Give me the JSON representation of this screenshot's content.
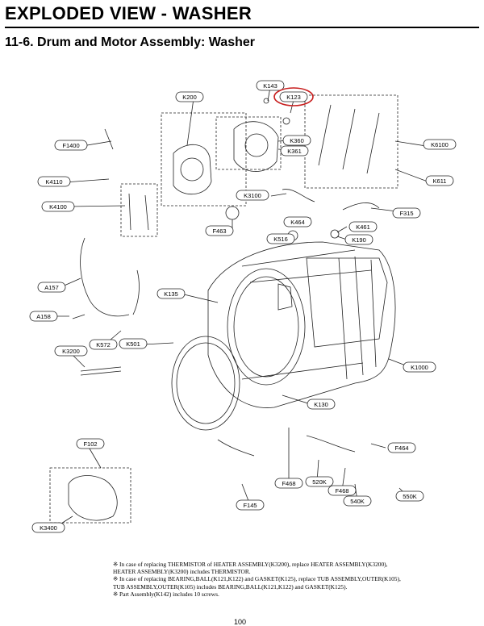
{
  "page": {
    "title": "EXPLODED VIEW - WASHER",
    "subtitle": "11-6. Drum and Motor Assembly: Washer",
    "page_number": "100"
  },
  "parts": [
    {
      "id": "K143",
      "label": "K143"
    },
    {
      "id": "K123",
      "label": "K123"
    },
    {
      "id": "K200",
      "label": "K200"
    },
    {
      "id": "K360",
      "label": "K360"
    },
    {
      "id": "K361",
      "label": "K361"
    },
    {
      "id": "K6100",
      "label": "K6100"
    },
    {
      "id": "K611",
      "label": "K611"
    },
    {
      "id": "F1400",
      "label": "F1400"
    },
    {
      "id": "K4110",
      "label": "K4110"
    },
    {
      "id": "K4100",
      "label": "K4100"
    },
    {
      "id": "K3100",
      "label": "K3100"
    },
    {
      "id": "F315",
      "label": "F315"
    },
    {
      "id": "K464",
      "label": "K464"
    },
    {
      "id": "K461",
      "label": "K461"
    },
    {
      "id": "F463",
      "label": "F463"
    },
    {
      "id": "K516",
      "label": "K516"
    },
    {
      "id": "K190",
      "label": "K190"
    },
    {
      "id": "A157",
      "label": "A157"
    },
    {
      "id": "K135",
      "label": "K135"
    },
    {
      "id": "A158",
      "label": "A158"
    },
    {
      "id": "K572",
      "label": "K572"
    },
    {
      "id": "K501",
      "label": "K501"
    },
    {
      "id": "K3200",
      "label": "K3200"
    },
    {
      "id": "K1000",
      "label": "K1000"
    },
    {
      "id": "K130",
      "label": "K130"
    },
    {
      "id": "F102",
      "label": "F102"
    },
    {
      "id": "F464",
      "label": "F464"
    },
    {
      "id": "F468a",
      "label": "F468"
    },
    {
      "id": "520K",
      "label": "520K"
    },
    {
      "id": "F468b",
      "label": "F468"
    },
    {
      "id": "550K",
      "label": "550K"
    },
    {
      "id": "540K",
      "label": "540K"
    },
    {
      "id": "F145",
      "label": "F145"
    },
    {
      "id": "K3400",
      "label": "K3400"
    }
  ],
  "highlight": {
    "part": "K123",
    "color": "#c81e1e"
  },
  "notes": [
    "※ In case of replacing THERMISTOR of HEATER ASSEMBLY(K3200), replace HEATER ASSEMBLY(K3200),",
    "HEATER ASSEMBLY(K3200) includes THERMISTOR.",
    "※ In case of replacing BEARING,BALL(K121,K122) and GASKET(K125), replace TUB ASSEMBLY,OUTER(K105),",
    "TUB ASSEMBLY,OUTER(K105) includes BEARING,BALL(K121,K122) and GASKET(K125).",
    "※ Part Assembly(K142) includes 10 screws."
  ]
}
